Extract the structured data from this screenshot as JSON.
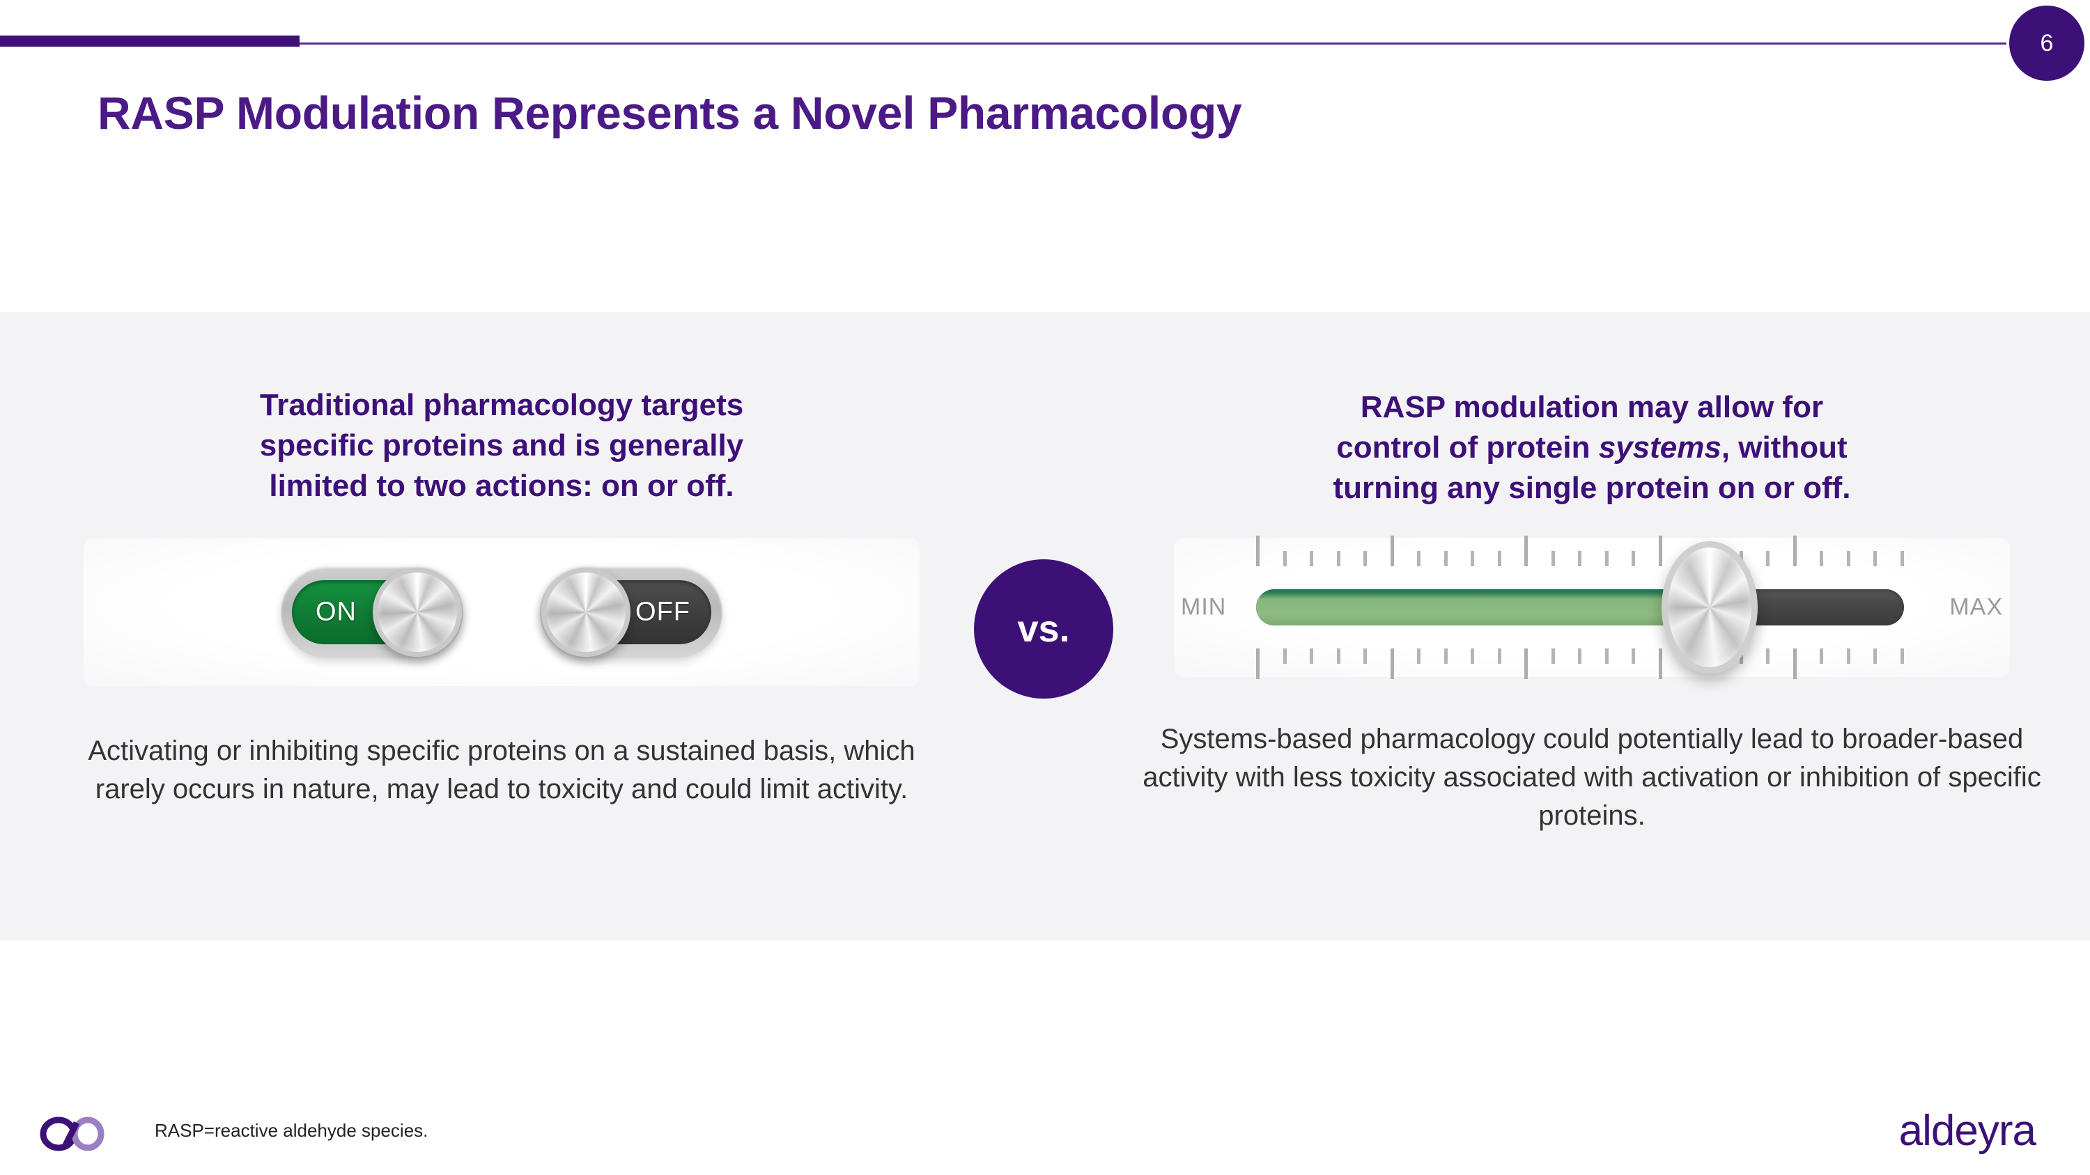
{
  "header": {
    "title": "RASP Modulation Represents a Novel Pharmacology",
    "page_number": "6",
    "accent_color": "#3d1078",
    "rule_color": "#5b2a8c"
  },
  "panel": {
    "background_color": "#f3f3f5"
  },
  "columns": {
    "left": {
      "heading_line1": "Traditional pharmacology targets",
      "heading_line2": "specific proteins and is generally",
      "heading_line3": "limited to two actions: on or off.",
      "body": "Activating or inhibiting specific proteins on a sustained basis, which rarely occurs in nature, may lead to toxicity and could limit activity.",
      "toggles": [
        {
          "label": "ON",
          "state": "on",
          "color": "#0f7c34"
        },
        {
          "label": "OFF",
          "state": "off",
          "color": "#3e3e3e"
        }
      ]
    },
    "right": {
      "heading_line1": "RASP modulation may allow for",
      "heading_line2_pre": "control of protein ",
      "heading_line2_em": "systems",
      "heading_line2_post": ", without",
      "heading_line3": "turning any single protein on or off.",
      "body": "Systems-based pharmacology could potentially lead to broader-based activity with less toxicity associated with activation or inhibition of specific proteins.",
      "slider": {
        "min_label": "MIN",
        "max_label": "MAX",
        "fill_percent": 70,
        "knob_percent": 70,
        "fill_color": "#8fbc82",
        "track_color": "#484848",
        "tick_count": 25,
        "major_tick_every": 5
      }
    }
  },
  "divider": {
    "vs_label": "vs.",
    "circle_color": "#3d1078"
  },
  "footer": {
    "footnote": "RASP=reactive aldehyde species.",
    "wordmark": "aldeyra",
    "mark_color_dark": "#3d1078",
    "mark_color_light": "#9b7fc4"
  }
}
